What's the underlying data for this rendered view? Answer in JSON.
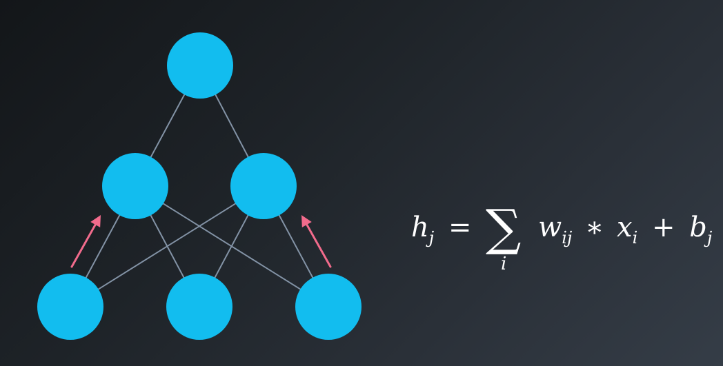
{
  "diagram": {
    "colors": {
      "node": "#12bdef",
      "edge": "#8393a6",
      "arrow": "#f26b8c",
      "background_dark": "#131619",
      "background_light": "#353d47"
    },
    "layers": [
      {
        "name": "input",
        "node_count": 3
      },
      {
        "name": "hidden",
        "node_count": 2
      },
      {
        "name": "output",
        "node_count": 1
      }
    ],
    "connections": "fully-connected",
    "arrows": [
      {
        "from_layer": "input",
        "to_layer": "hidden",
        "side": "left"
      },
      {
        "from_layer": "input",
        "to_layer": "hidden",
        "side": "right"
      }
    ]
  },
  "formula": {
    "lhs": "h",
    "lhs_sub": "j",
    "equals": "=",
    "sum_symbol": "∑",
    "sum_index": "i",
    "w": "w",
    "w_sub": "ij",
    "times": "∗",
    "x": "x",
    "x_sub": "i",
    "plus": "+",
    "b": "b",
    "b_sub": "j"
  }
}
